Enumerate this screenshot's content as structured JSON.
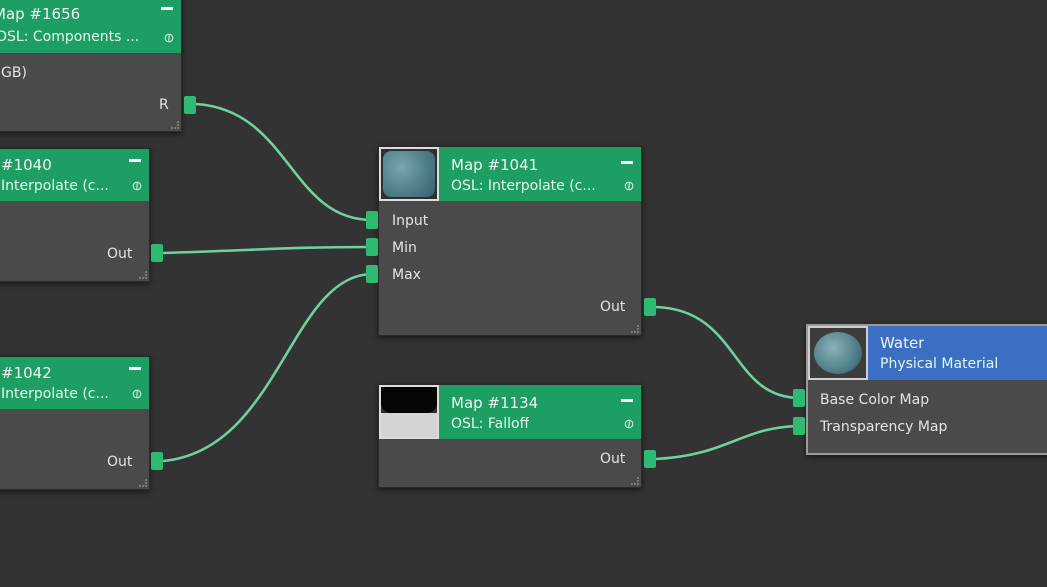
{
  "nodes": {
    "map1656": {
      "title": "Map #1656",
      "subtitle": "OSL: Components ...",
      "body_text": "GB)",
      "output_label": "R"
    },
    "map1040": {
      "title": "#1040",
      "subtitle": "Interpolate (c...",
      "output_label": "Out"
    },
    "map1042": {
      "title": "#1042",
      "subtitle": "Interpolate (c...",
      "output_label": "Out"
    },
    "map1041": {
      "title": "Map #1041",
      "subtitle": "OSL: Interpolate (c...",
      "inputs": [
        "Input",
        "Min",
        "Max"
      ],
      "output_label": "Out"
    },
    "map1134": {
      "title": "Map #1134",
      "subtitle": "OSL: Falloff",
      "output_label": "Out"
    },
    "water": {
      "title": "Water",
      "subtitle": "Physical Material",
      "inputs": [
        "Base Color Map",
        "Transparency Map"
      ]
    }
  },
  "icons": {
    "minimize": "minimize-icon",
    "link": "link-icon"
  },
  "colors": {
    "canvas": "#333333",
    "node_body": "#4a4a4a",
    "node_header_green": "#1d9e63",
    "node_header_blue": "#3a6fc4",
    "wire": "#6fd1a0",
    "port": "#2dbb74"
  }
}
